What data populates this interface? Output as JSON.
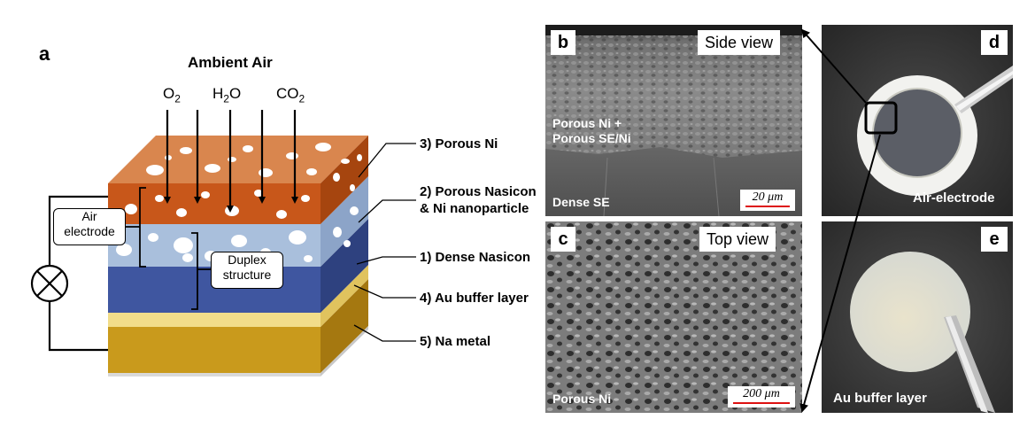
{
  "panel_a": {
    "letter": "a",
    "title": "Ambient Air",
    "gases": [
      {
        "base": "O",
        "sub": "2"
      },
      {
        "base": "H",
        "sub": "2",
        "tail": "O"
      },
      {
        "base": "CO",
        "sub": "2"
      }
    ],
    "layers": [
      {
        "line1": "3) Porous Ni",
        "line2": ""
      },
      {
        "line1": "2) Porous Nasicon",
        "line2": "& Ni nanoparticle"
      },
      {
        "line1": "1) Dense Nasicon",
        "line2": ""
      },
      {
        "line1": "4) Au buffer layer",
        "line2": ""
      },
      {
        "line1": "5) Na metal",
        "line2": ""
      }
    ],
    "air_electrode": {
      "line1": "Air",
      "line2": "electrode"
    },
    "duplex": {
      "line1": "Duplex",
      "line2": "structure"
    },
    "colors": {
      "porous_ni": "#c8571a",
      "porous_ni_top": "#d9864e",
      "nasicon_porous": "#a9bfdc",
      "dense_nasicon": "#3f56a0",
      "au_buffer": "#f2dd8a",
      "na_metal": "#c99a1c"
    }
  },
  "panel_b": {
    "letter": "b",
    "view": "Side view",
    "top_label_line1": "Porous Ni +",
    "top_label_line2": "Porous SE/Ni",
    "bottom_label": "Dense SE",
    "scale": "20 μm"
  },
  "panel_c": {
    "letter": "c",
    "view": "Top view",
    "bottom_label": "Porous Ni",
    "scale": "200 μm"
  },
  "panel_d": {
    "letter": "d",
    "label": "Air-electrode"
  },
  "panel_e": {
    "letter": "e",
    "label": "Au buffer layer"
  }
}
